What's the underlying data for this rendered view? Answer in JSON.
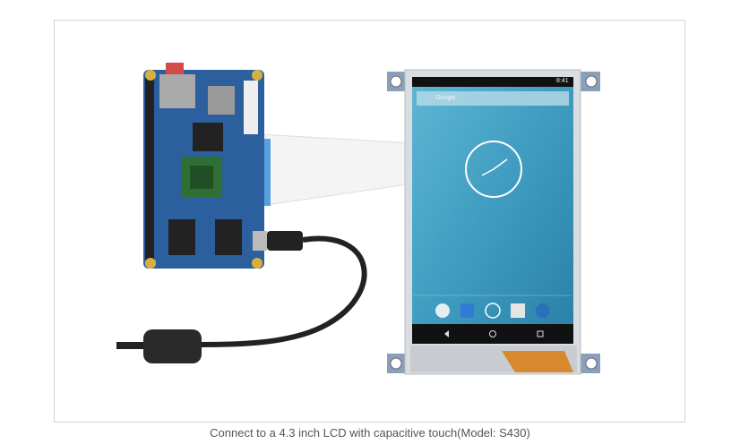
{
  "caption": "Connect to a 4.3 inch LCD with capacitive touch(Model: S430)",
  "lcd_screen": {
    "status_time": "8:41",
    "search_placeholder": "Google"
  },
  "colors": {
    "frame_border": "#c9d6e0",
    "pcb_blue": "#2c5f9e",
    "screen_teal": "#3f9cc0",
    "caption_text": "#555555"
  }
}
